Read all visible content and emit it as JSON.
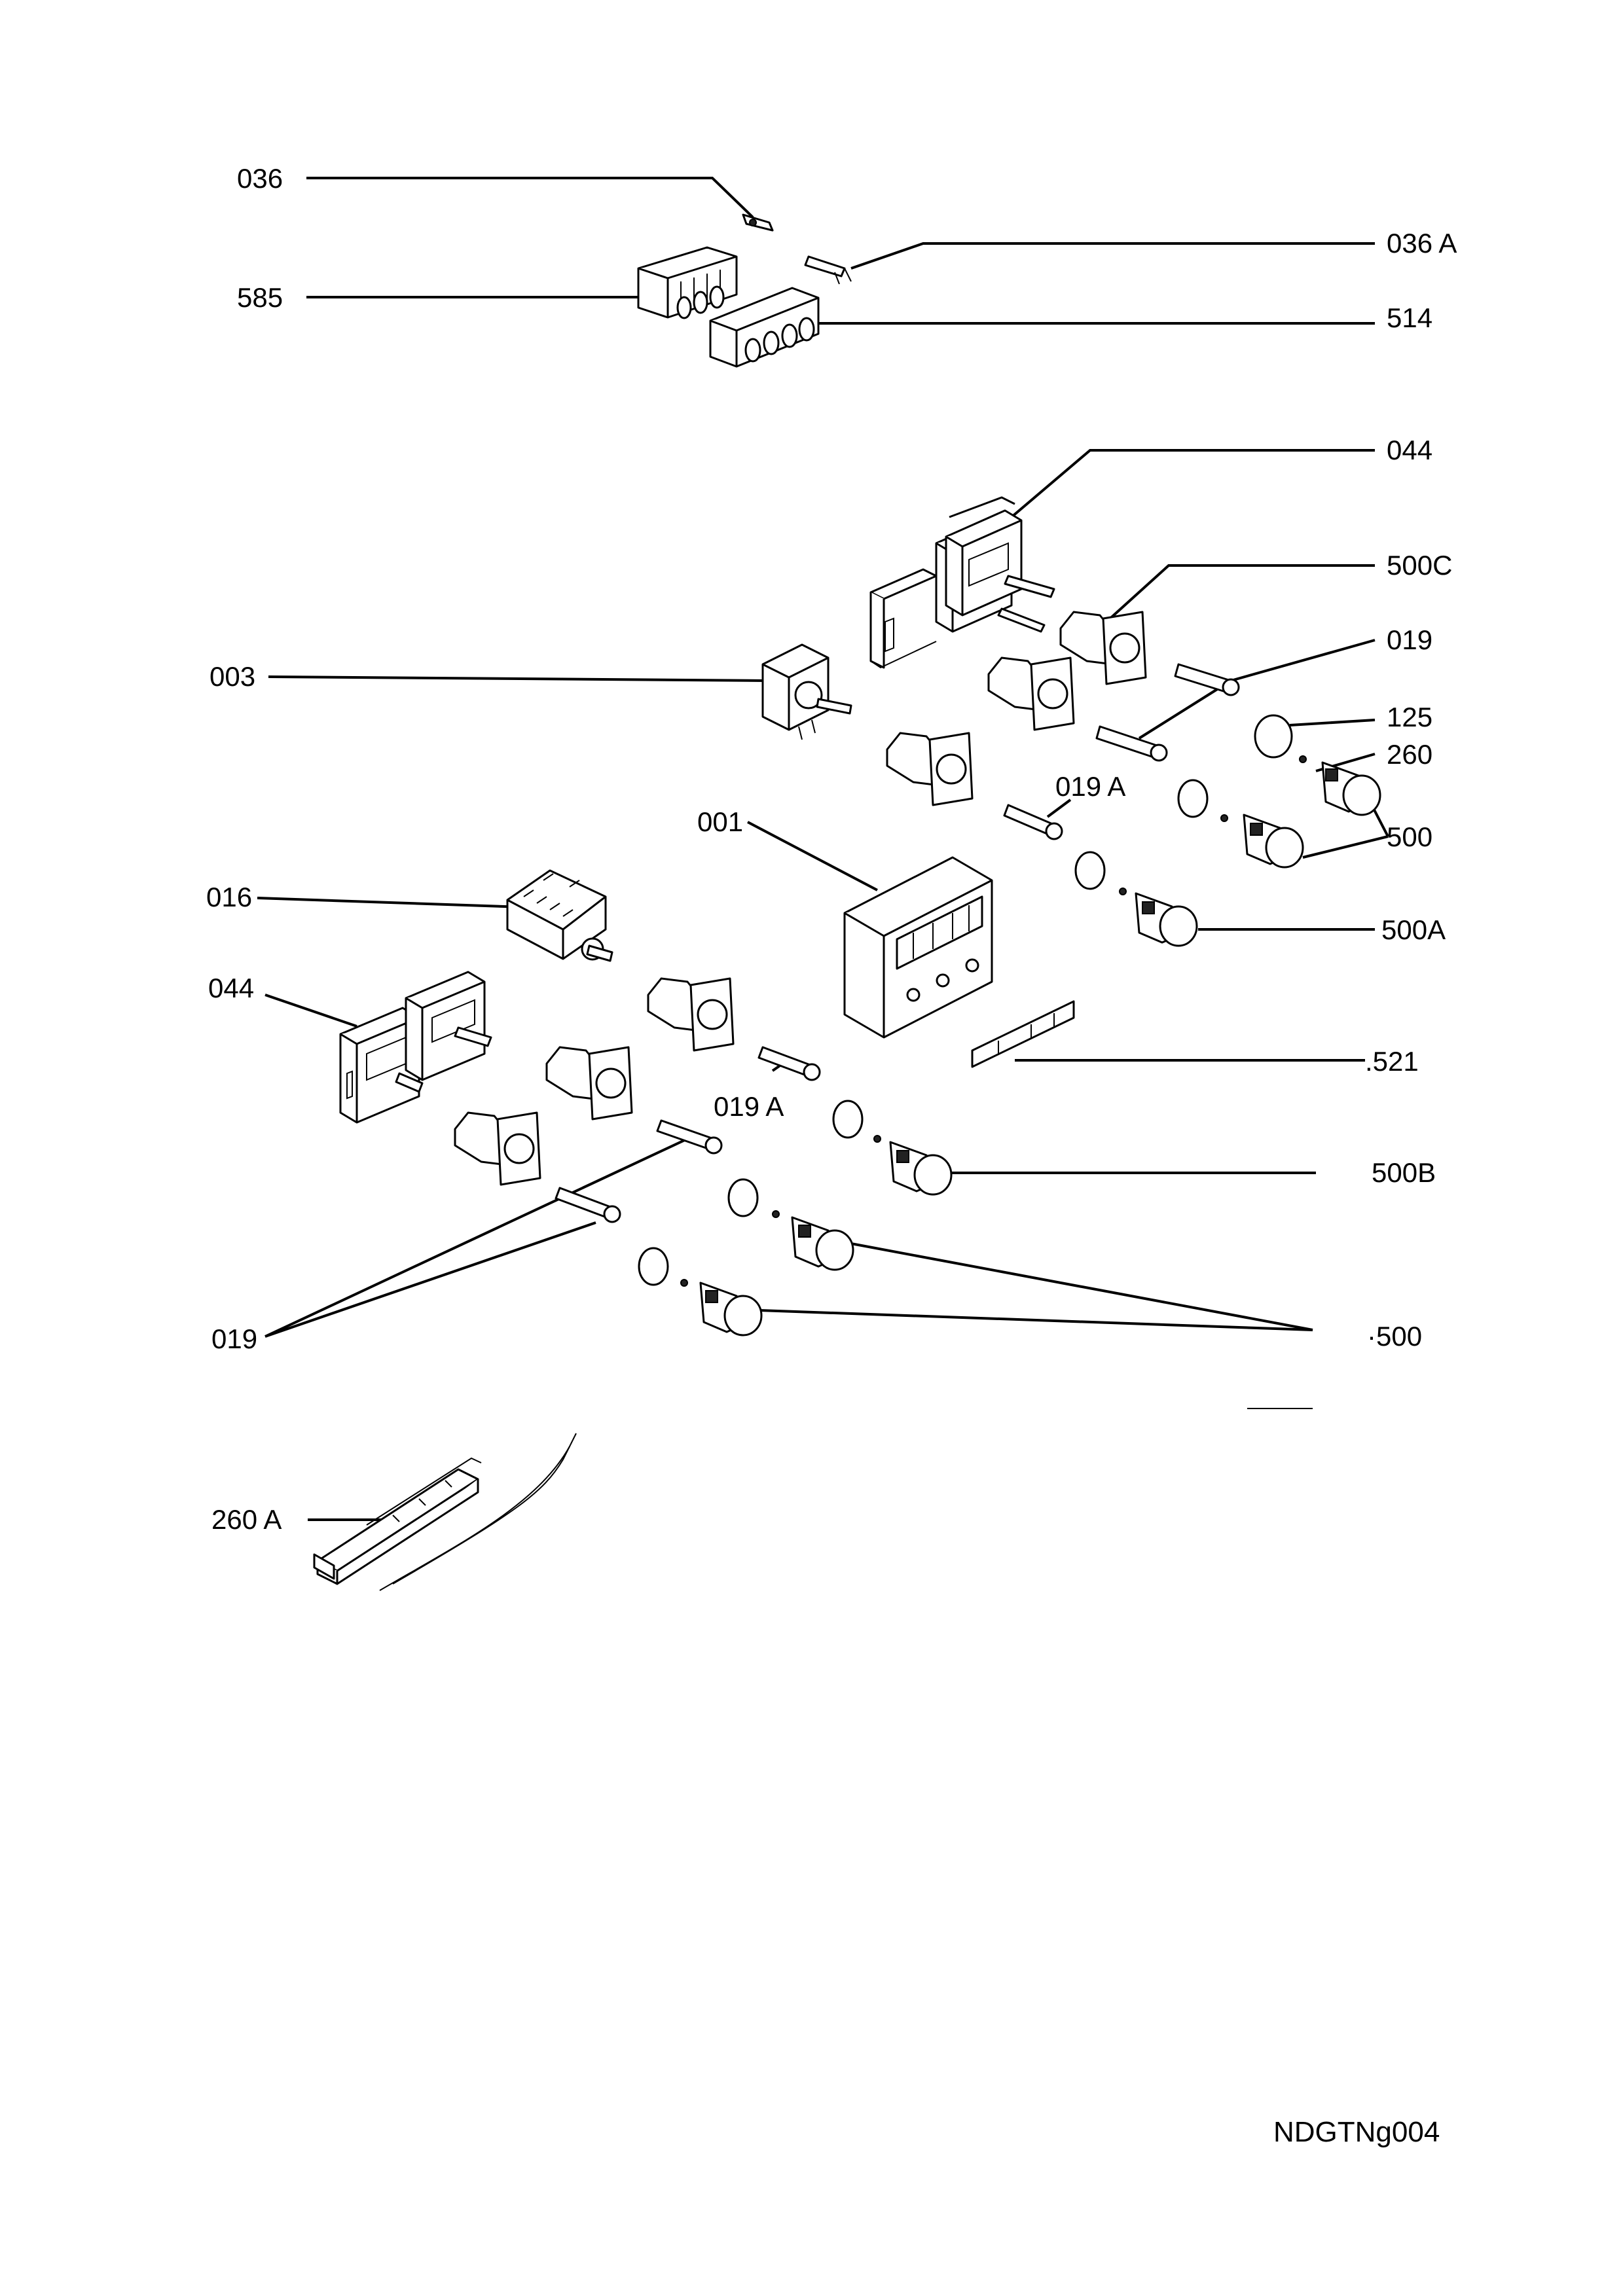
{
  "labels": {
    "l036": "036",
    "l036a": "036 A",
    "l585": "585",
    "l514": "514",
    "l044_top": "044",
    "l500c": "500C",
    "l019_top": "019",
    "l003": "003",
    "l125": "125",
    "l260": "260",
    "l019a_top": "019 A",
    "l500_top": "500",
    "l001": "001",
    "l016": "016",
    "l500a": "500A",
    "l044_left": "044",
    "l521": ".521",
    "l019a_mid": "019 A",
    "l500b": "500B",
    "l019_bottom": "019",
    "l500_bottom": "·500",
    "l260a": "260 A"
  },
  "diagram_code": "NDGTNg004"
}
